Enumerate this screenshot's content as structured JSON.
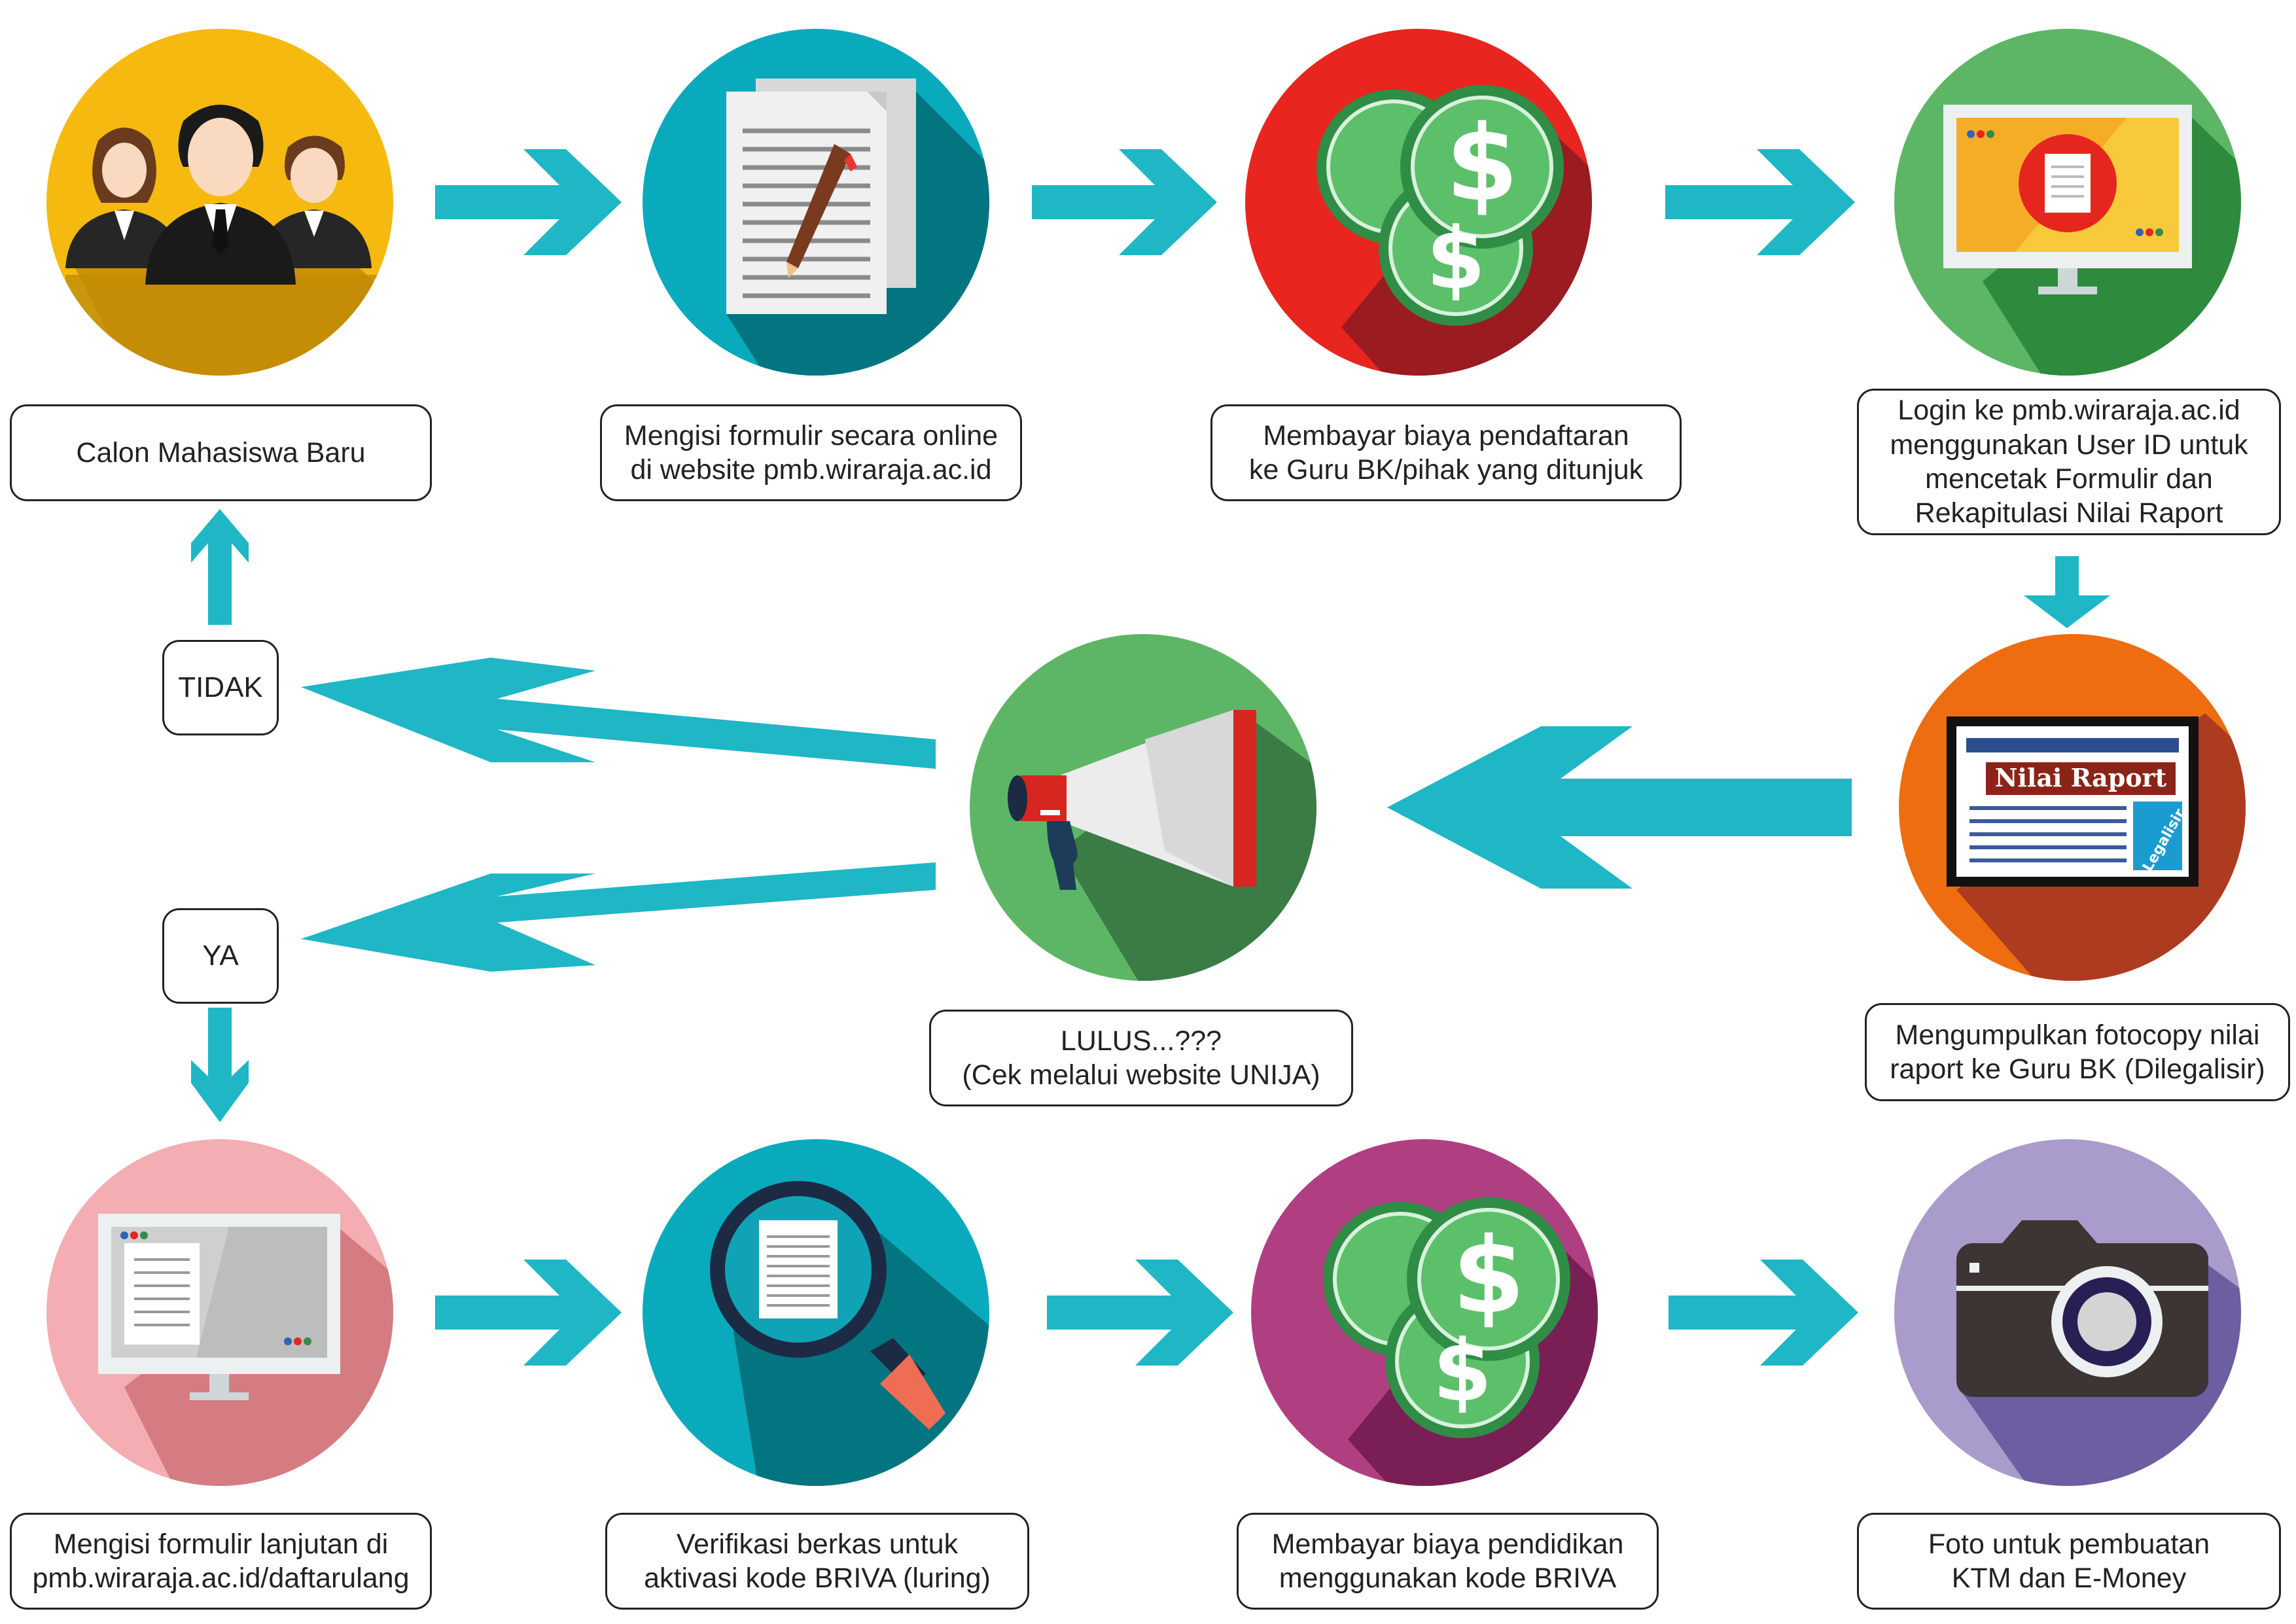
{
  "colors": {
    "arrow": "#1fb6c6",
    "step1": "#f6b90f",
    "step2": "#0aaabd",
    "step3": "#e8251e",
    "step4": "#5db665",
    "step5": "#ee6d11",
    "step6": "#5db665",
    "step7": "#f3adb3",
    "step8": "#0aaabd",
    "step9": "#b03f82",
    "step10": "#a99ccc"
  },
  "steps": [
    {
      "id": "step1",
      "icon": "people-icon",
      "label": "Calon Mahasiswa Baru"
    },
    {
      "id": "step2",
      "icon": "form-document-icon",
      "label": "Mengisi formulir secara online\ndi website pmb.wiraraja.ac.id"
    },
    {
      "id": "step3",
      "icon": "money-coins-icon",
      "label": "Membayar biaya pendaftaran\nke Guru BK/pihak yang ditunjuk"
    },
    {
      "id": "step4",
      "icon": "monitor-document-icon",
      "label": "Login ke pmb.wiraraja.ac.id\nmenggunakan User ID untuk\nmencetak Formulir dan\nRekapitulasi Nilai Raport"
    },
    {
      "id": "step5",
      "icon": "report-card-icon",
      "label": "Mengumpulkan fotocopy nilai\nraport ke Guru BK (Dilegalisir)",
      "sign_title": "Nilai Raport",
      "stamp": "Legalisir"
    },
    {
      "id": "step6",
      "icon": "megaphone-icon",
      "label": "LULUS...???\n(Cek melalui website UNIJA)"
    },
    {
      "id": "step7",
      "icon": "monitor-form-icon",
      "label": "Mengisi formulir lanjutan di\npmb.wiraraja.ac.id/daftarulang"
    },
    {
      "id": "step8",
      "icon": "magnifier-document-icon",
      "label": "Verifikasi berkas untuk\naktivasi kode BRIVA (luring)"
    },
    {
      "id": "step9",
      "icon": "money-coins-icon",
      "label": "Membayar biaya pendidikan\nmenggunakan kode BRIVA"
    },
    {
      "id": "step10",
      "icon": "camera-icon",
      "label": "Foto untuk pembuatan\nKTM dan E-Money"
    }
  ],
  "decisions": {
    "no": "TIDAK",
    "yes": "YA"
  }
}
